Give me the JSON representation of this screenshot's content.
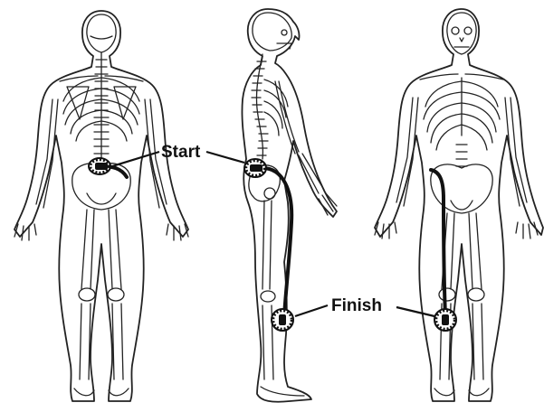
{
  "diagram": {
    "labels": {
      "start": "Start",
      "finish": "Finish"
    },
    "views": [
      "posterior",
      "lateral",
      "anterior"
    ],
    "colors": {
      "line": "#111111",
      "background": "#ffffff"
    }
  }
}
